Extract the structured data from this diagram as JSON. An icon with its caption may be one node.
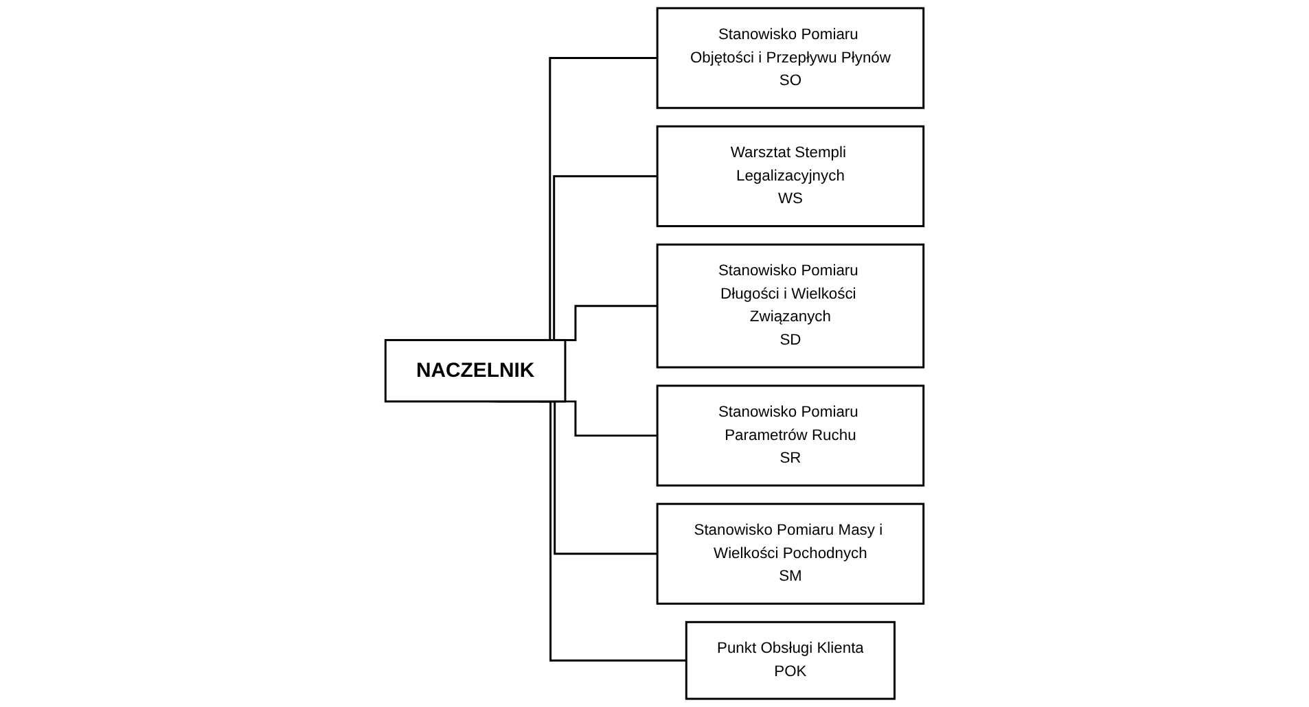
{
  "diagram": {
    "nodes": [
      {
        "text": [
          "NACZELNIK"
        ]
      },
      {
        "text": [
          "Stanowisko Pomiaru Objętości i Przepływu Płynów",
          "SO"
        ]
      },
      {
        "text": [
          "Warsztat Stempli Legalizacyjnych",
          "WS"
        ]
      },
      {
        "text": [
          "Stanowisko Pomiaru Długości i Wielkości Związanych",
          "SD"
        ]
      },
      {
        "text": [
          "Stanowisko Pomiaru Parametrów Ruchu",
          "SR"
        ]
      },
      {
        "text": [
          "Stanowisko Pomiaru Masy i Wielkości Pochodnych",
          "SM"
        ]
      },
      {
        "text": [
          "Punkt Obsługi Klienta",
          "POK"
        ]
      }
    ],
    "edges": [
      {
        "from": 0,
        "to": 1,
        "arrow": "none"
      },
      {
        "from": 0,
        "to": 2,
        "arrow": "none"
      },
      {
        "from": 0,
        "to": 3,
        "arrow": "none"
      },
      {
        "from": 0,
        "to": 4,
        "arrow": "none"
      },
      {
        "from": 0,
        "to": 5,
        "arrow": "none"
      },
      {
        "from": 0,
        "to": 6,
        "arrow": "none"
      }
    ]
  }
}
